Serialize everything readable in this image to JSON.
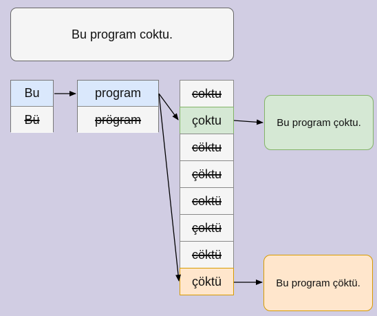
{
  "title_box": {
    "text": "Bu program coktu."
  },
  "column1": [
    {
      "text": "Bu",
      "struck": false,
      "style": "blue"
    },
    {
      "text": "Bü",
      "struck": true,
      "style": "white"
    }
  ],
  "column2": [
    {
      "text": "program",
      "struck": false,
      "style": "blue"
    },
    {
      "text": "prögram",
      "struck": true,
      "style": "white"
    }
  ],
  "column3": [
    {
      "text": "coktu",
      "struck": true,
      "style": "white"
    },
    {
      "text": "çoktu",
      "struck": false,
      "style": "green"
    },
    {
      "text": "cöktu",
      "struck": true,
      "style": "white"
    },
    {
      "text": "çöktu",
      "struck": true,
      "style": "white"
    },
    {
      "text": "coktü",
      "struck": true,
      "style": "white"
    },
    {
      "text": "çoktü",
      "struck": true,
      "style": "white"
    },
    {
      "text": "cöktü",
      "struck": true,
      "style": "white"
    },
    {
      "text": "çöktü",
      "struck": false,
      "style": "orange"
    }
  ],
  "outputs": {
    "green": "Bu program çoktu.",
    "orange": "Bu program çöktü."
  },
  "colors": {
    "background": "#d1cde3",
    "blue_fill": "#dae8fc",
    "green_fill": "#d5e8d4",
    "orange_fill": "#ffe6cc"
  }
}
